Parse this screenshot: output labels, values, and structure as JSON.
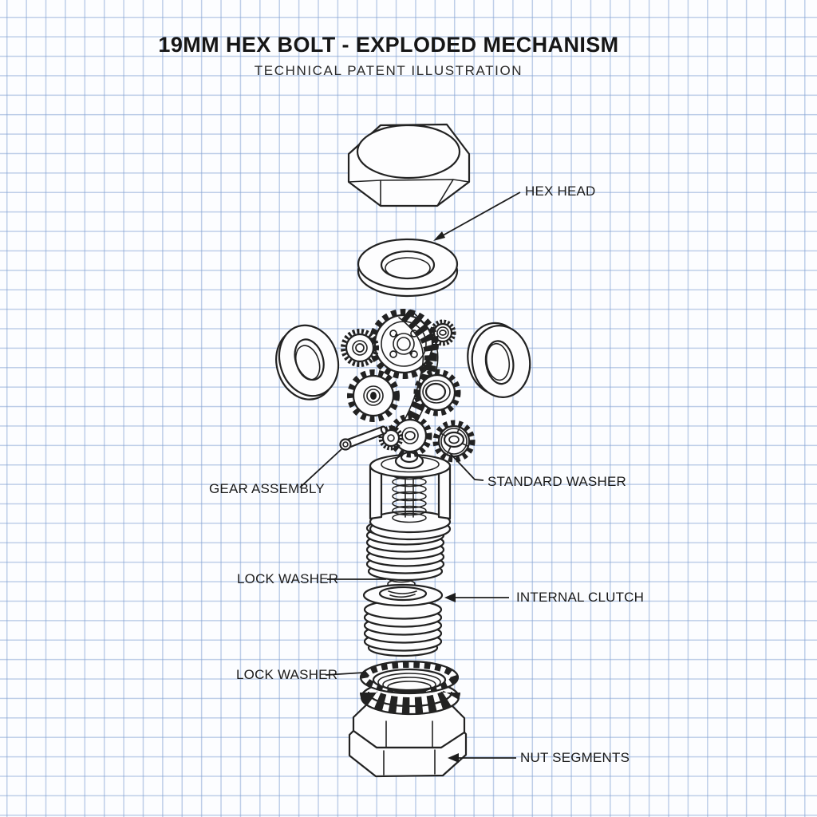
{
  "title": "19MM HEX BOLT - EXPLODED MECHANISM",
  "subtitle": "TECHNICAL PATENT ILLUSTRATION",
  "labels": {
    "hex_head": "HEX HEAD",
    "gear_assembly": "GEAR ASSEMBLY",
    "standard_washer": "STANDARD WASHER",
    "lock_washer_upper": "LOCK WASHER",
    "internal_clutch": "INTERNAL CLUTCH",
    "lock_washer_lower": "LOCK WASHER",
    "nut_segments": "NUT SEGMENTS"
  },
  "colors": {
    "ink": "#222222",
    "grid_line": "#a9c2e2",
    "paper": "#fcfdff"
  },
  "parts_shown": [
    "hex head",
    "flat washer",
    "side washers",
    "gear cluster",
    "worm gear",
    "pin",
    "spring cage",
    "threaded sleeve",
    "coil spring",
    "internal clutch sleeve",
    "castellated lock ring",
    "hex nut"
  ]
}
